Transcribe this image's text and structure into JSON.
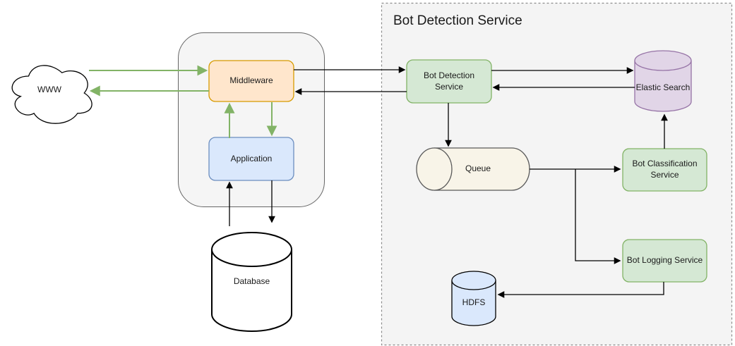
{
  "title": {
    "dashed_container": "Bot Detection Service"
  },
  "nodes": {
    "www": "WWW",
    "middleware": "Middleware",
    "application": "Application",
    "database": "Database",
    "bot_detection_service": "Bot Detection Service",
    "elastic_search": "Elastic Search",
    "queue": "Queue",
    "bot_classification_service": "Bot Classification Service",
    "bot_logging_service": "Bot Logging Service",
    "hdfs": "HDFS"
  },
  "edges": [
    {
      "from": "www",
      "to": "middleware",
      "color": "green"
    },
    {
      "from": "middleware",
      "to": "www",
      "color": "green"
    },
    {
      "from": "application",
      "to": "middleware",
      "color": "green"
    },
    {
      "from": "middleware",
      "to": "application",
      "color": "green"
    },
    {
      "from": "middleware",
      "to": "bot_detection_service",
      "color": "black"
    },
    {
      "from": "bot_detection_service",
      "to": "middleware",
      "color": "black"
    },
    {
      "from": "database",
      "to": "application",
      "color": "black"
    },
    {
      "from": "application",
      "to": "database",
      "color": "black"
    },
    {
      "from": "bot_detection_service",
      "to": "queue",
      "color": "black"
    },
    {
      "from": "bot_detection_service",
      "to": "elastic_search",
      "color": "black"
    },
    {
      "from": "elastic_search",
      "to": "bot_detection_service",
      "color": "black"
    },
    {
      "from": "queue",
      "to": "bot_classification_service",
      "color": "black"
    },
    {
      "from": "queue",
      "to": "bot_logging_service",
      "color": "black"
    },
    {
      "from": "bot_classification_service",
      "to": "elastic_search",
      "color": "black"
    },
    {
      "from": "bot_logging_service",
      "to": "hdfs",
      "color": "black"
    }
  ],
  "colors": {
    "canvas_bg": "#FFFFFF",
    "container_fill": "#F5F5F5",
    "container_stroke": "#666666",
    "dashed_fill": "#F4F4F4",
    "dashed_stroke": "#8C8C8C",
    "orange_fill": "#FFE6CC",
    "orange_stroke": "#D79B00",
    "blue_fill": "#DAE8FC",
    "blue_stroke": "#6C8EBF",
    "green_fill": "#D5E8D4",
    "green_stroke": "#82B366",
    "purple_fill": "#E1D5E7",
    "purple_stroke": "#9673A6",
    "cream_fill": "#F8F4E8",
    "cream_stroke": "#595959",
    "white_fill": "#FFFFFF",
    "shape_stroke_dark": "#000000",
    "arrow_black": "#000000",
    "arrow_green": "#82B366",
    "text": "#1A1A1A"
  }
}
